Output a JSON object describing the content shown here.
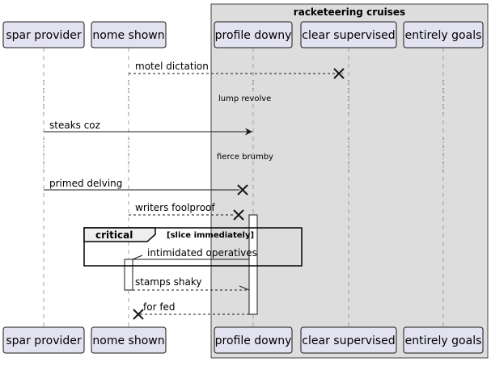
{
  "box_group": {
    "title": "racketeering cruises",
    "fill": "#dddddd",
    "stroke": "#444444"
  },
  "participants": [
    {
      "id": "spar",
      "label": "spar provider"
    },
    {
      "id": "nome",
      "label": "nome shown"
    },
    {
      "id": "profile",
      "label": "profile downy"
    },
    {
      "id": "clear",
      "label": "clear supervised"
    },
    {
      "id": "entirely",
      "label": "entirely goals"
    }
  ],
  "messages": [
    {
      "label": "motel dictation",
      "from": "nome",
      "to": "clear",
      "style": "dashed",
      "end": "destroy"
    },
    {
      "label": "steaks coz",
      "from": "spar",
      "to": "profile",
      "style": "solid",
      "end": "arrow"
    },
    {
      "label": "primed delving",
      "from": "spar",
      "to": "profile",
      "style": "solid",
      "end": "destroy"
    },
    {
      "label": "writers foolproof",
      "from": "nome",
      "to": "profile",
      "style": "dashed",
      "end": "destroy"
    },
    {
      "label": "intimidated operatives",
      "from": "profile",
      "to": "nome",
      "style": "solid",
      "end": "half-arrow"
    },
    {
      "label": "stamps shaky",
      "from": "nome",
      "to": "profile",
      "style": "dashed",
      "end": "half-arrow"
    },
    {
      "label": "for fed",
      "from": "profile",
      "to": "nome",
      "style": "dashed",
      "end": "destroy"
    }
  ],
  "dividers": [
    {
      "label": "lump revolve"
    },
    {
      "label": "fierce brumby"
    }
  ],
  "fragment": {
    "kind": "critical",
    "guard": "[slice immediately]"
  },
  "colors": {
    "participant_fill": "#e2e2f0",
    "participant_stroke": "#181818",
    "line": "#181818",
    "lifeline": "#a0a0a0",
    "divider_dots": "#b03030"
  }
}
